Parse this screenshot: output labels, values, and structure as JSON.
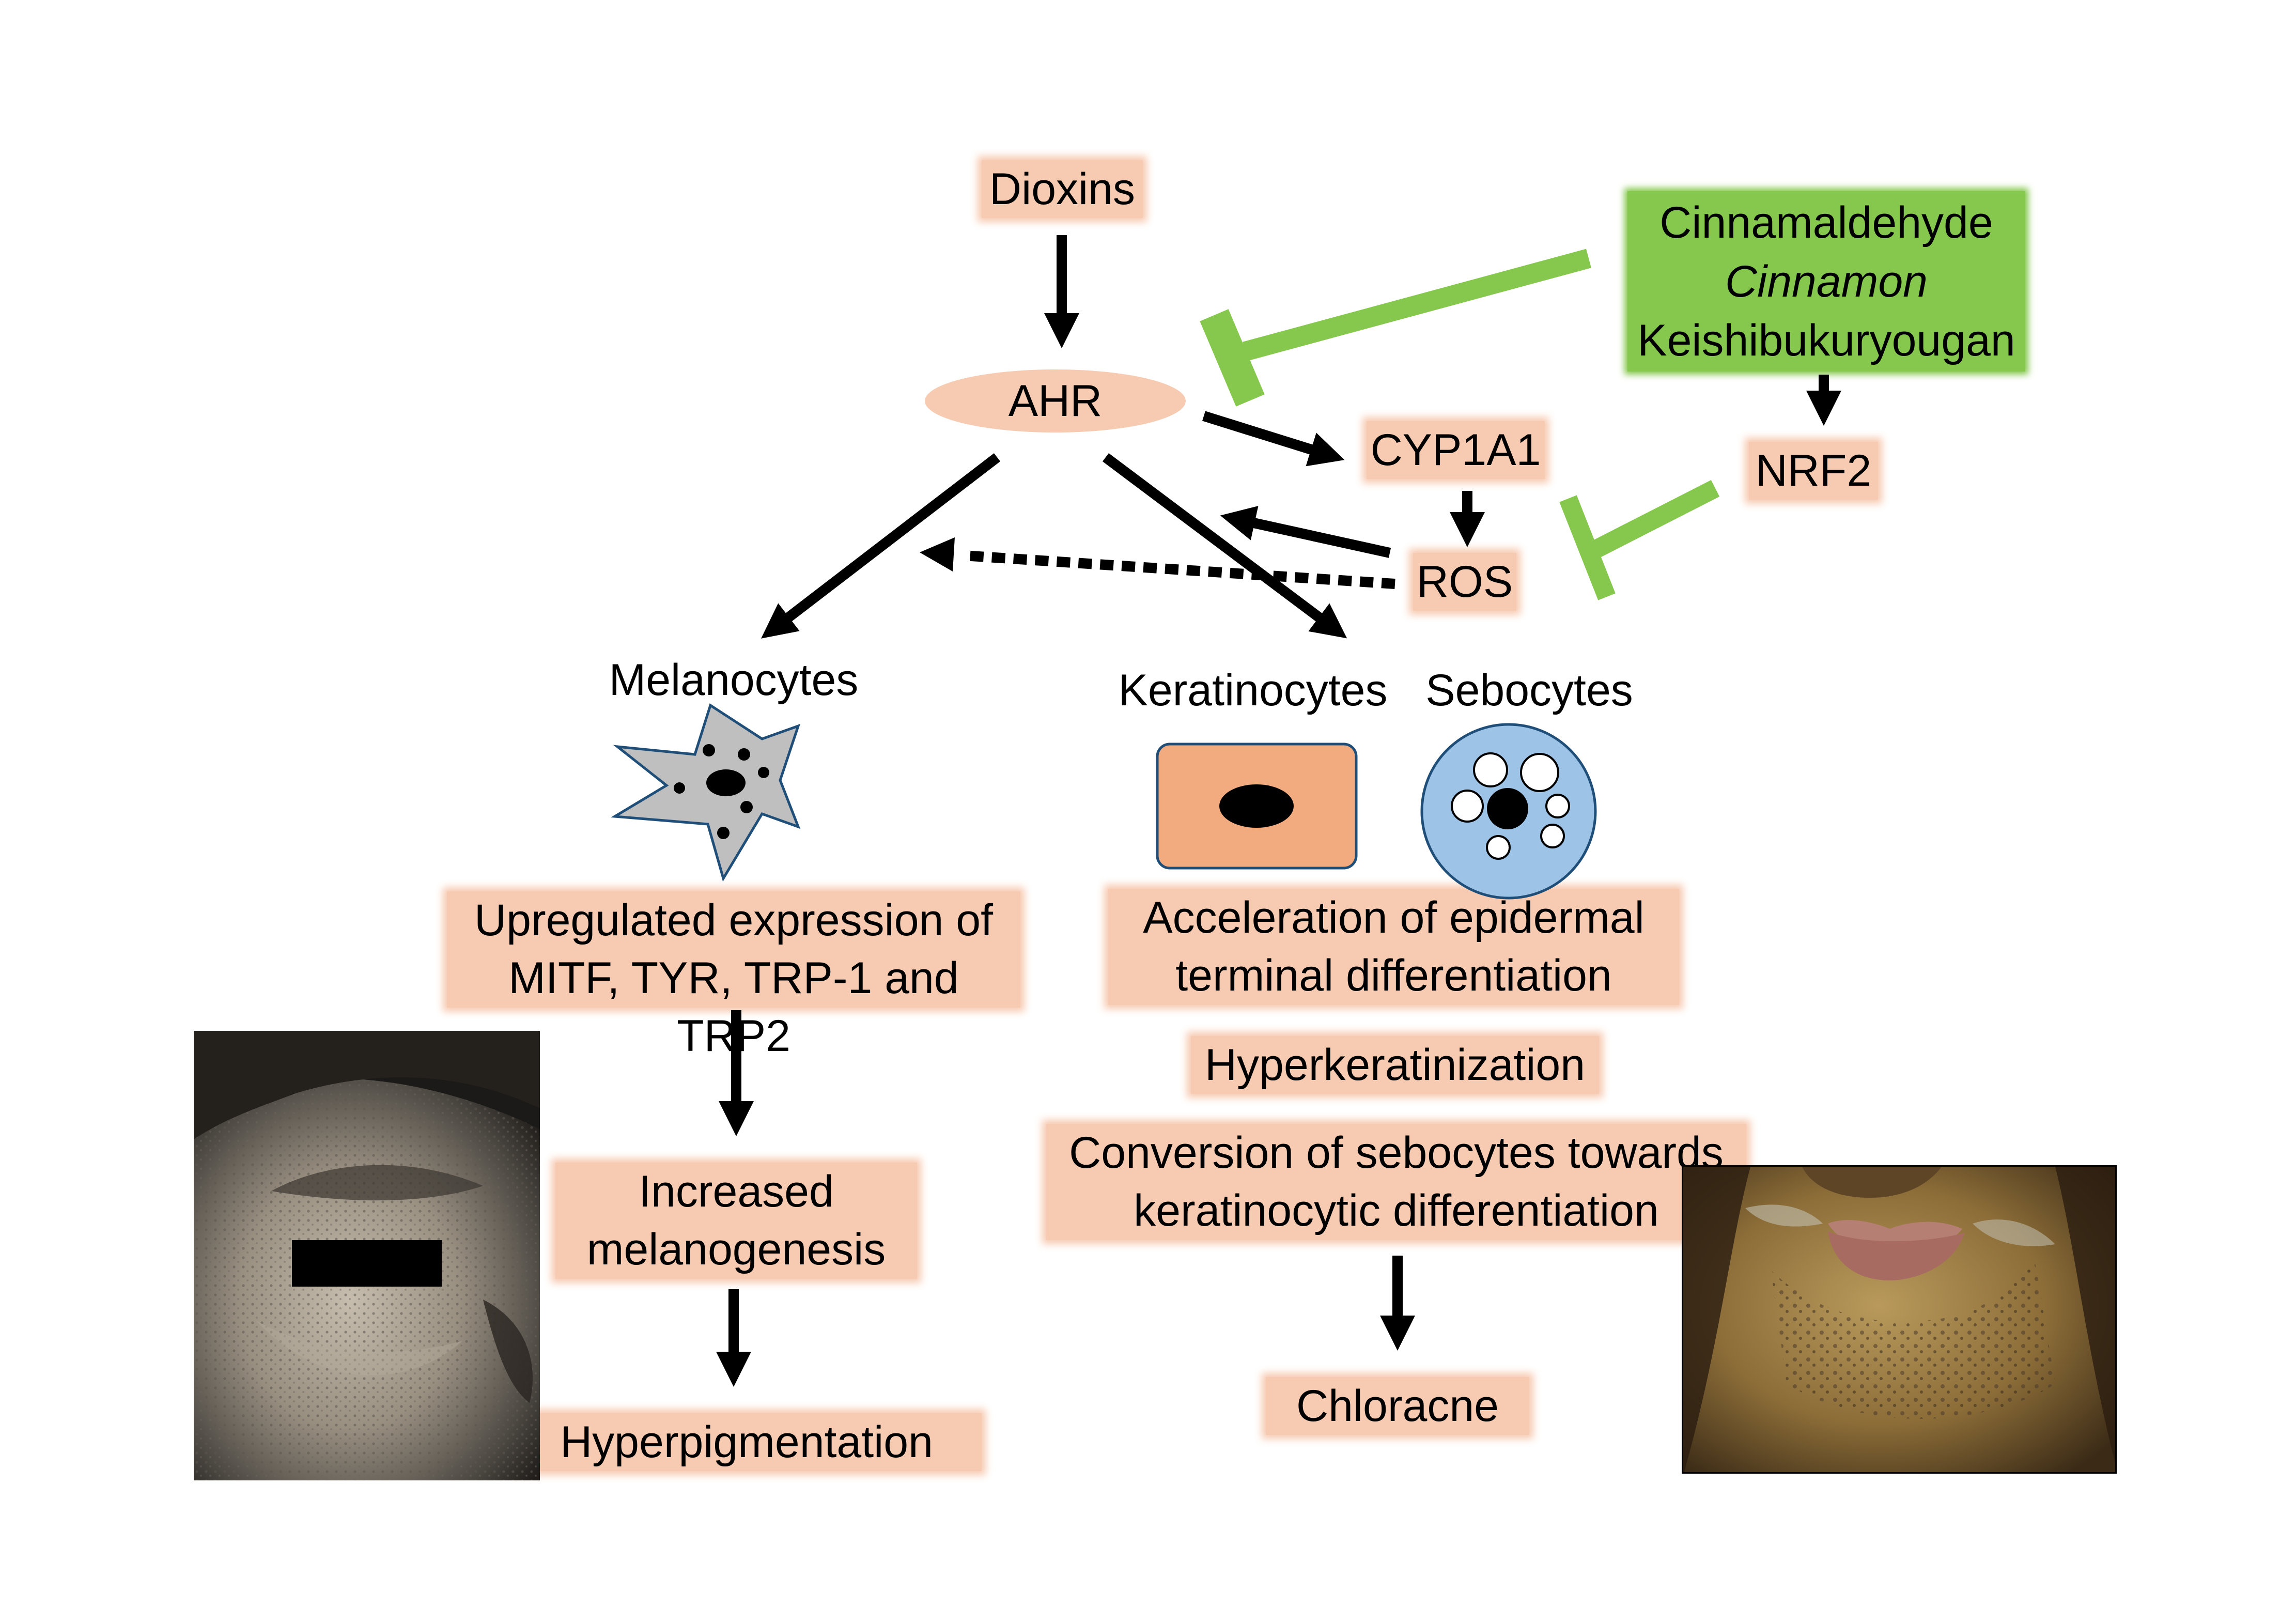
{
  "nodes": {
    "dioxins": "Dioxins",
    "ahr": "AHR",
    "cyp1a1": "CYP1A1",
    "ros": "ROS",
    "nrf2": "NRF2",
    "inhibitor_line1": "Cinnamaldehyde",
    "inhibitor_line2": "Cinnamon",
    "inhibitor_line3": "Keishibukuryougan",
    "melanocytes": "Melanocytes",
    "keratinocytes": "Keratinocytes",
    "sebocytes": "Sebocytes",
    "upregulated_line1": "Upregulated expression of",
    "upregulated_line2": "MITF, TYR, TRP-1 and TRP2",
    "increased_line1": "Increased",
    "increased_line2": "melanogenesis",
    "hyperpigmentation": "Hyperpigmentation",
    "acceleration_line1": "Acceleration of epidermal",
    "acceleration_line2": "terminal differentiation",
    "hyperkeratinization": "Hyperkeratinization",
    "conversion_line1": "Conversion of sebocytes towards",
    "conversion_line2": "keratinocytic differentiation",
    "chloracne": "Chloracne"
  },
  "colors": {
    "label_fill": "#f7cbb2",
    "inhibitor_fill": "#86c84e",
    "arrow": "#000000",
    "melanocyte_fill": "#bfbfbf",
    "keratinocyte_fill": "#f2ab7e",
    "sebocyte_fill": "#9dc3e6"
  }
}
